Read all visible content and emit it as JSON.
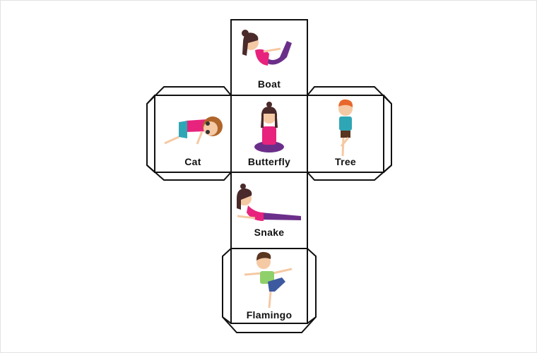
{
  "title": "Yoga dice template",
  "faces": {
    "top": {
      "label": "Boat"
    },
    "left": {
      "label": "Cat"
    },
    "center": {
      "label": "Butterfly"
    },
    "right": {
      "label": "Tree"
    },
    "bottom": {
      "label": "Snake"
    },
    "back": {
      "label": "Flamingo"
    }
  },
  "colors": {
    "line": "#111111",
    "pink": "#e8237d",
    "purple": "#6b2f8a",
    "teal": "#2fa6b5",
    "green": "#8fd06a",
    "blue": "#3d5aa0",
    "skin": "#f5c9a4",
    "hair_dark": "#4a2a2a",
    "hair_brown": "#b0652a",
    "hair_red": "#e8672c"
  }
}
